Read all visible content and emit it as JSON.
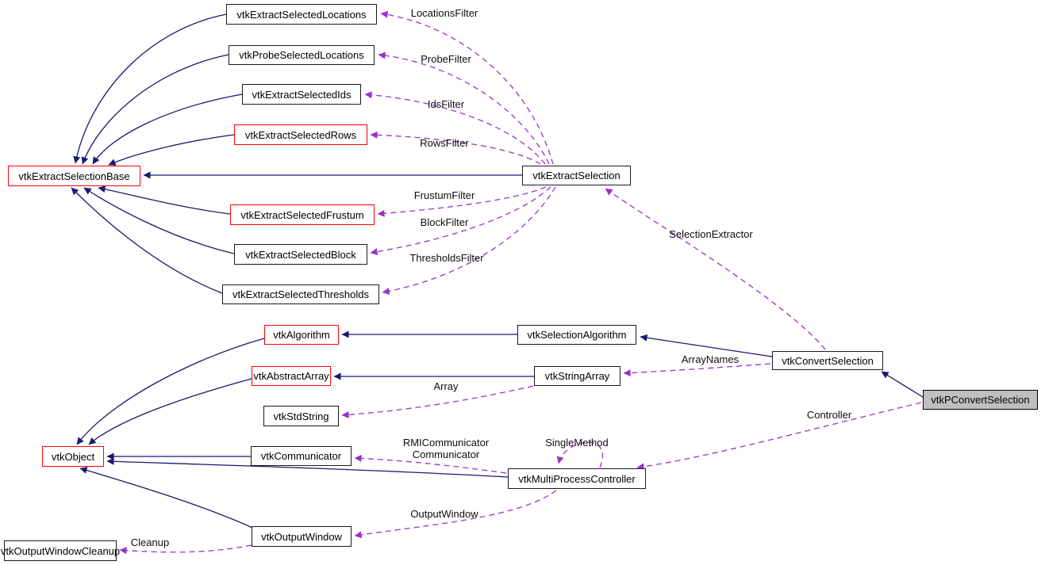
{
  "diagram": {
    "type": "doxygen-collaboration-graph",
    "colors": {
      "background": "#ffffff",
      "inheritance_edge": "#191970",
      "usage_edge": "#9a32cc",
      "node_border": "#1a1a1a",
      "red_node_border": "#ff0000",
      "selected_node_fill": "#bfbfbf"
    },
    "nodes": [
      {
        "label": "vtkExtractSelectedLocations",
        "style": "normal"
      },
      {
        "label": "vtkProbeSelectedLocations",
        "style": "normal"
      },
      {
        "label": "vtkExtractSelectedIds",
        "style": "normal"
      },
      {
        "label": "vtkExtractSelectedRows",
        "style": "red"
      },
      {
        "label": "vtkExtractSelectionBase",
        "style": "red"
      },
      {
        "label": "vtkExtractSelectedFrustum",
        "style": "red"
      },
      {
        "label": "vtkExtractSelectedBlock",
        "style": "normal"
      },
      {
        "label": "vtkExtractSelectedThresholds",
        "style": "normal"
      },
      {
        "label": "vtkExtractSelection",
        "style": "normal"
      },
      {
        "label": "vtkAlgorithm",
        "style": "red"
      },
      {
        "label": "vtkSelectionAlgorithm",
        "style": "normal"
      },
      {
        "label": "vtkAbstractArray",
        "style": "red"
      },
      {
        "label": "vtkStringArray",
        "style": "normal"
      },
      {
        "label": "vtkStdString",
        "style": "normal"
      },
      {
        "label": "vtkObject",
        "style": "red"
      },
      {
        "label": "vtkCommunicator",
        "style": "normal"
      },
      {
        "label": "vtkMultiProcessController",
        "style": "normal"
      },
      {
        "label": "vtkOutputWindow",
        "style": "normal"
      },
      {
        "label": "vtkOutputWindowCleanup",
        "style": "normal"
      },
      {
        "label": "vtkConvertSelection",
        "style": "normal"
      },
      {
        "label": "vtkPConvertSelection",
        "style": "selected"
      }
    ],
    "edges": {
      "inheritance": [
        {
          "from": "vtkExtractSelectedLocations",
          "to": "vtkExtractSelectionBase"
        },
        {
          "from": "vtkProbeSelectedLocations",
          "to": "vtkExtractSelectionBase"
        },
        {
          "from": "vtkExtractSelectedIds",
          "to": "vtkExtractSelectionBase"
        },
        {
          "from": "vtkExtractSelectedRows",
          "to": "vtkExtractSelectionBase"
        },
        {
          "from": "vtkExtractSelection",
          "to": "vtkExtractSelectionBase"
        },
        {
          "from": "vtkExtractSelectedFrustum",
          "to": "vtkExtractSelectionBase"
        },
        {
          "from": "vtkExtractSelectedBlock",
          "to": "vtkExtractSelectionBase"
        },
        {
          "from": "vtkExtractSelectedThresholds",
          "to": "vtkExtractSelectionBase"
        },
        {
          "from": "vtkSelectionAlgorithm",
          "to": "vtkAlgorithm"
        },
        {
          "from": "vtkConvertSelection",
          "to": "vtkSelectionAlgorithm"
        },
        {
          "from": "vtkPConvertSelection",
          "to": "vtkConvertSelection"
        },
        {
          "from": "vtkStringArray",
          "to": "vtkAbstractArray"
        },
        {
          "from": "vtkAlgorithm",
          "to": "vtkObject"
        },
        {
          "from": "vtkAbstractArray",
          "to": "vtkObject"
        },
        {
          "from": "vtkCommunicator",
          "to": "vtkObject"
        },
        {
          "from": "vtkMultiProcessController",
          "to": "vtkObject"
        },
        {
          "from": "vtkOutputWindow",
          "to": "vtkObject"
        }
      ],
      "usage": [
        {
          "label": "LocationsFilter",
          "from": "vtkExtractSelection",
          "to": "vtkExtractSelectedLocations"
        },
        {
          "label": "ProbeFilter",
          "from": "vtkExtractSelection",
          "to": "vtkProbeSelectedLocations"
        },
        {
          "label": "IdsFilter",
          "from": "vtkExtractSelection",
          "to": "vtkExtractSelectedIds"
        },
        {
          "label": "RowsFilter",
          "from": "vtkExtractSelection",
          "to": "vtkExtractSelectedRows"
        },
        {
          "label": "FrustumFilter",
          "from": "vtkExtractSelection",
          "to": "vtkExtractSelectedFrustum"
        },
        {
          "label": "BlockFilter",
          "from": "vtkExtractSelection",
          "to": "vtkExtractSelectedBlock"
        },
        {
          "label": "ThresholdsFilter",
          "from": "vtkExtractSelection",
          "to": "vtkExtractSelectedThresholds"
        },
        {
          "label": "SelectionExtractor",
          "from": "vtkConvertSelection",
          "to": "vtkExtractSelection"
        },
        {
          "label": "ArrayNames",
          "from": "vtkConvertSelection",
          "to": "vtkStringArray"
        },
        {
          "label": "Array",
          "from": "vtkStringArray",
          "to": "vtkStdString"
        },
        {
          "label": "Controller",
          "from": "vtkPConvertSelection",
          "to": "vtkMultiProcessController"
        },
        {
          "label": "SingleMethod",
          "from": "vtkMultiProcessController",
          "to": "vtkMultiProcessController"
        },
        {
          "lines": [
            "RMICommunicator",
            "Communicator"
          ],
          "from": "vtkMultiProcessController",
          "to": "vtkCommunicator"
        },
        {
          "label": "OutputWindow",
          "from": "vtkMultiProcessController",
          "to": "vtkOutputWindow"
        },
        {
          "label": "Cleanup",
          "from": "vtkOutputWindow",
          "to": "vtkOutputWindowCleanup"
        }
      ]
    }
  }
}
